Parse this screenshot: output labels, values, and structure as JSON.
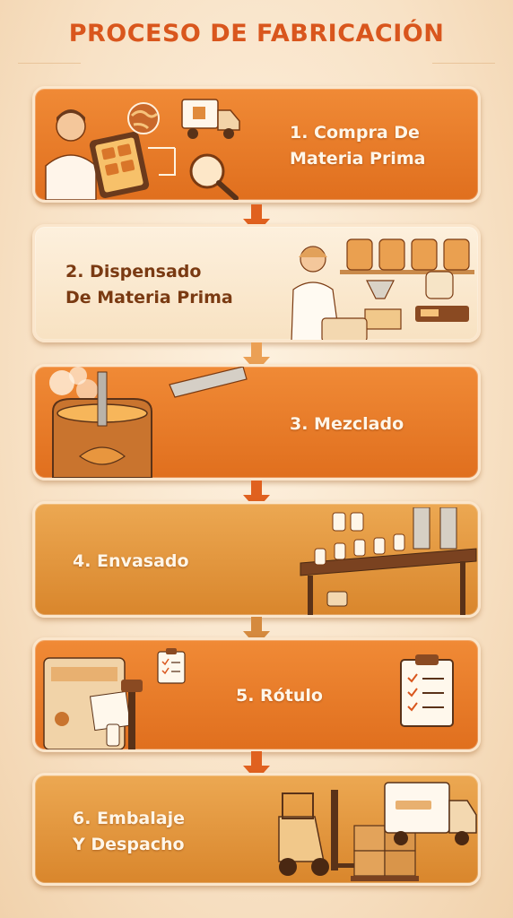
{
  "title": "PROCESO DE FABRICACIÓN",
  "steps": [
    {
      "label_line1": "1. Compra De",
      "label_line2": "Materia Prima"
    },
    {
      "label_line1": "2. Dispensado",
      "label_line2": "De Materia Prima"
    },
    {
      "label_line1": "3. Mezclado",
      "label_line2": ""
    },
    {
      "label_line1": "4. Envasado",
      "label_line2": ""
    },
    {
      "label_line1": "5. Rótulo",
      "label_line2": ""
    },
    {
      "label_line1": "6. Embalaje",
      "label_line2": "Y Despacho"
    }
  ],
  "colors": {
    "title": "#d9561d",
    "card_orange": "#e8792a",
    "card_cream": "#fbe9d0",
    "card_gold": "#e39a40",
    "arrow": "#e0611f"
  },
  "icons": [
    "worker-tablet-icon",
    "globe-icon",
    "truck-icon",
    "magnifier-icon",
    "jars-shelf-icon",
    "scale-icon",
    "mixing-tank-icon",
    "bottling-line-icon",
    "labeling-machine-icon",
    "clipboard-icon",
    "forklift-icon",
    "boxes-icon",
    "delivery-truck-icon"
  ]
}
